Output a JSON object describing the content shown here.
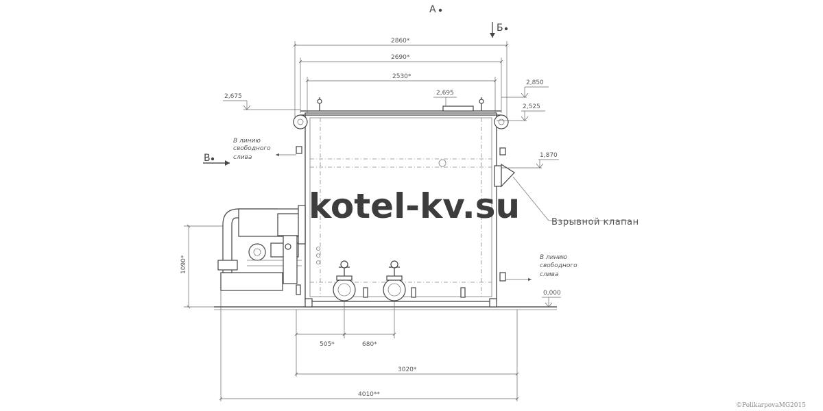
{
  "view_marks": {
    "a": "А",
    "b": "Б",
    "v": "В"
  },
  "dimensions": {
    "width_2860": "2860*",
    "width_2690": "2690*",
    "width_2530": "2530*",
    "height_1090": "1090*",
    "offset_505": "505*",
    "offset_680": "680*",
    "length_3020": "3020*",
    "length_4010": "4010**"
  },
  "levels": {
    "lv_2675": "2,675",
    "lv_2695": "2,695",
    "lv_2850": "2,850",
    "lv_2525": "2,525",
    "lv_1870": "1,870",
    "lv_0000": "0,000"
  },
  "notes": {
    "drain_left": [
      "В линию",
      "свободного",
      "слива"
    ],
    "drain_right": [
      "В линию",
      "свободного",
      "слива"
    ],
    "explosion_valve": "Взрывной клапан"
  },
  "watermark": "kotel-kv.su",
  "copyright": "©PolikarpovaMG2015"
}
